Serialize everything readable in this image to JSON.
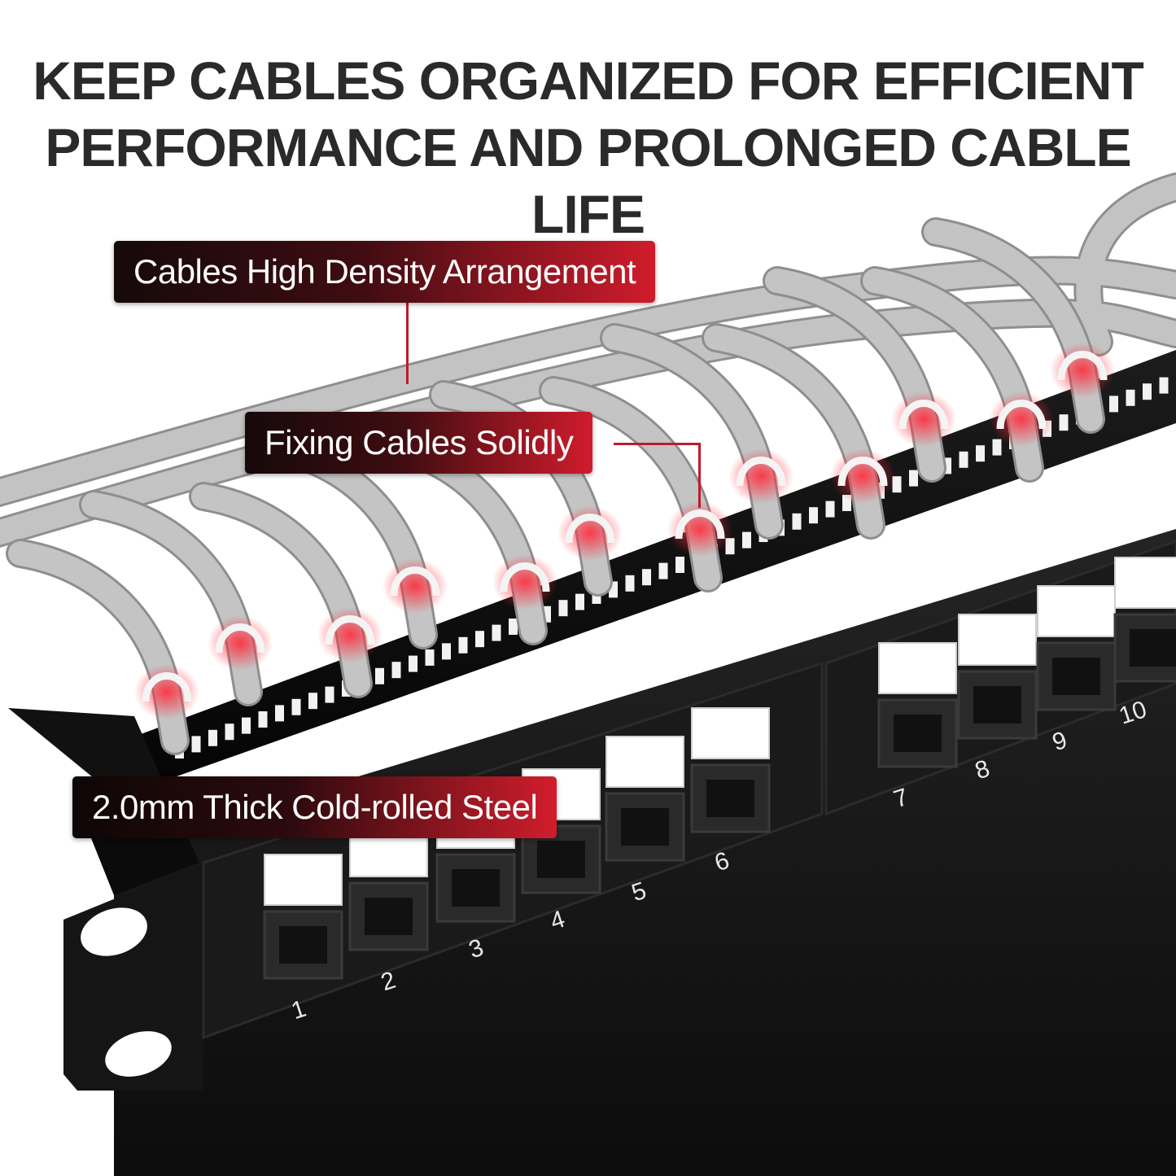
{
  "headline": {
    "line1": "KEEP CABLES ORGANIZED FOR EFFICIENT",
    "line2": "PERFORMANCE AND PROLONGED CABLE LIFE"
  },
  "callouts": {
    "density": "Cables High Density Arrangement",
    "fixing": "Fixing Cables Solidly",
    "steel": "2.0mm Thick Cold-rolled Steel"
  },
  "port_numbers": [
    "1",
    "2",
    "3",
    "4",
    "5",
    "6",
    "7",
    "8",
    "9",
    "10"
  ],
  "colors": {
    "callout_dark": "#16090a",
    "callout_red": "#d01c2c",
    "panel_black": "#151515",
    "cable_gray": "#b9b9b9",
    "headline_text": "#2a2a2a"
  }
}
